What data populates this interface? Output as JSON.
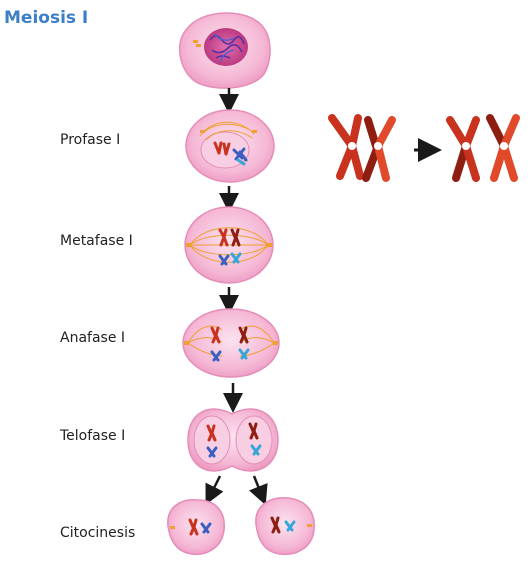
{
  "title": "Meiosis I",
  "stages": [
    {
      "label": "Profase I"
    },
    {
      "label": "Metafase I"
    },
    {
      "label": "Anafase I"
    },
    {
      "label": "Telofase I"
    },
    {
      "label": "Citocinesis"
    }
  ],
  "colors": {
    "title": "#3d7fc6",
    "cell_fill": "#f5b8d5",
    "cell_edge": "#e58db8",
    "nucleus": "#c8498f",
    "chrom_red": "#c8321e",
    "chrom_dark": "#8e1d12",
    "chrom_blue": "#3b5fc0",
    "chrom_cyan": "#35a6d8",
    "spindle": "#f0a030",
    "arrow": "#1a1a1a"
  }
}
